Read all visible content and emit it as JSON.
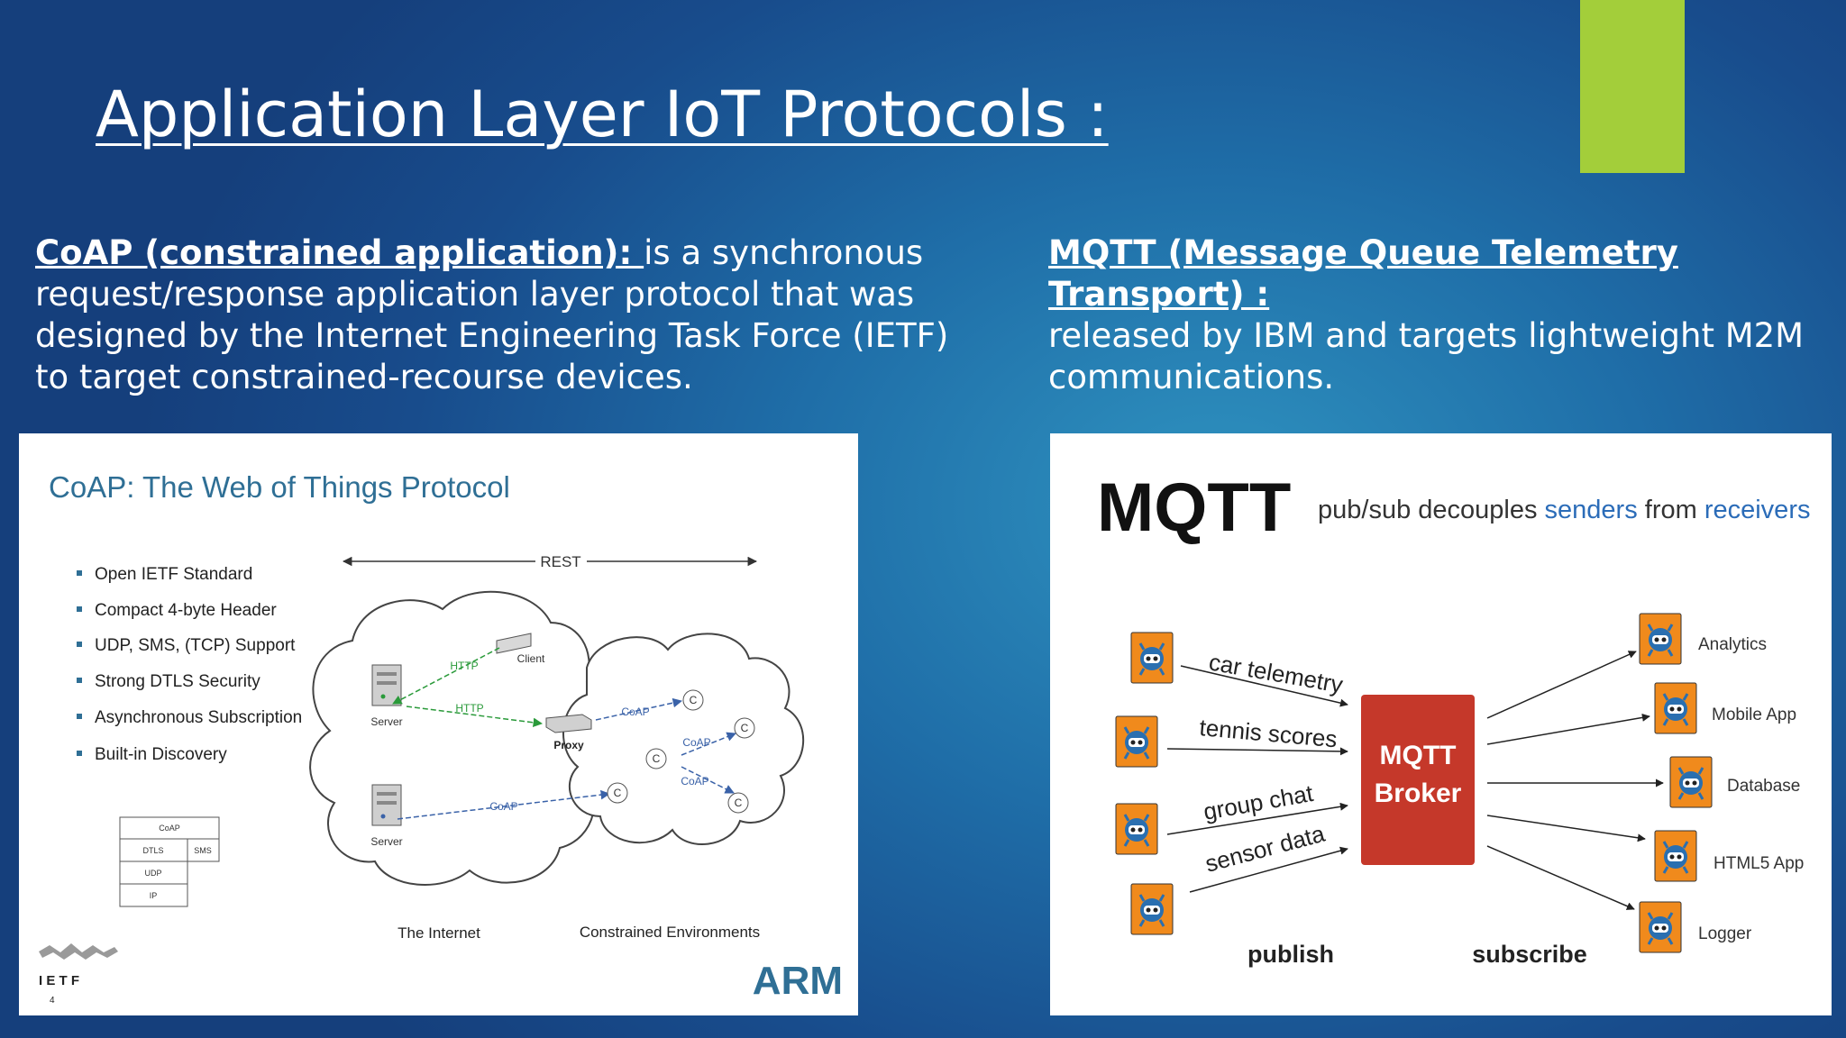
{
  "slide": {
    "title": "Application Layer IoT Protocols :",
    "coap": {
      "term": "CoAP (constrained application): ",
      "text": "is a synchronous request/response application layer protocol that was designed by the Internet Engineering Task Force (IETF) to target constrained-recourse devices."
    },
    "mqtt": {
      "term": "MQTT (Message Queue Telemetry Transport) :",
      "text": " released by IBM and targets lightweight M2M communications."
    }
  },
  "coap_figure": {
    "title": "CoAP: The Web of Things Protocol",
    "bullets": [
      "Open IETF Standard",
      "Compact 4-byte Header",
      "UDP, SMS, (TCP) Support",
      "Strong DTLS Security",
      "Asynchronous Subscription",
      "Built-in Discovery"
    ],
    "stack": {
      "coap": "CoAP",
      "dtls": "DTLS",
      "sms": "SMS",
      "udp": "UDP",
      "ip": "IP"
    },
    "rest": "REST",
    "labels": {
      "client": "Client",
      "server": "Server",
      "proxy": "Proxy",
      "http": "HTTP",
      "coap": "CoAP",
      "c": "C",
      "internet": "The Internet",
      "constrained": "Constrained Environments"
    },
    "ietf": "I E T F",
    "page": "4",
    "arm": "ARM"
  },
  "mqtt_figure": {
    "logo": "MQTT",
    "tagline_prefix": "pub/sub decouples ",
    "tagline_senders": "senders",
    "tagline_mid": " from ",
    "tagline_receivers": "receivers",
    "publishers": [
      "car telemetry",
      "tennis scores",
      "group chat",
      "sensor data"
    ],
    "broker_line1": "MQTT",
    "broker_line2": "Broker",
    "subscribers": [
      "Analytics",
      "Mobile App",
      "Database",
      "HTML5 App",
      "Logger"
    ],
    "publish": "publish",
    "subscribe": "subscribe",
    "colors": {
      "broker": "#c5382a",
      "device": "#f08a1c",
      "robot": "#2a6fb0",
      "highlight": "#2b6cb8"
    }
  }
}
